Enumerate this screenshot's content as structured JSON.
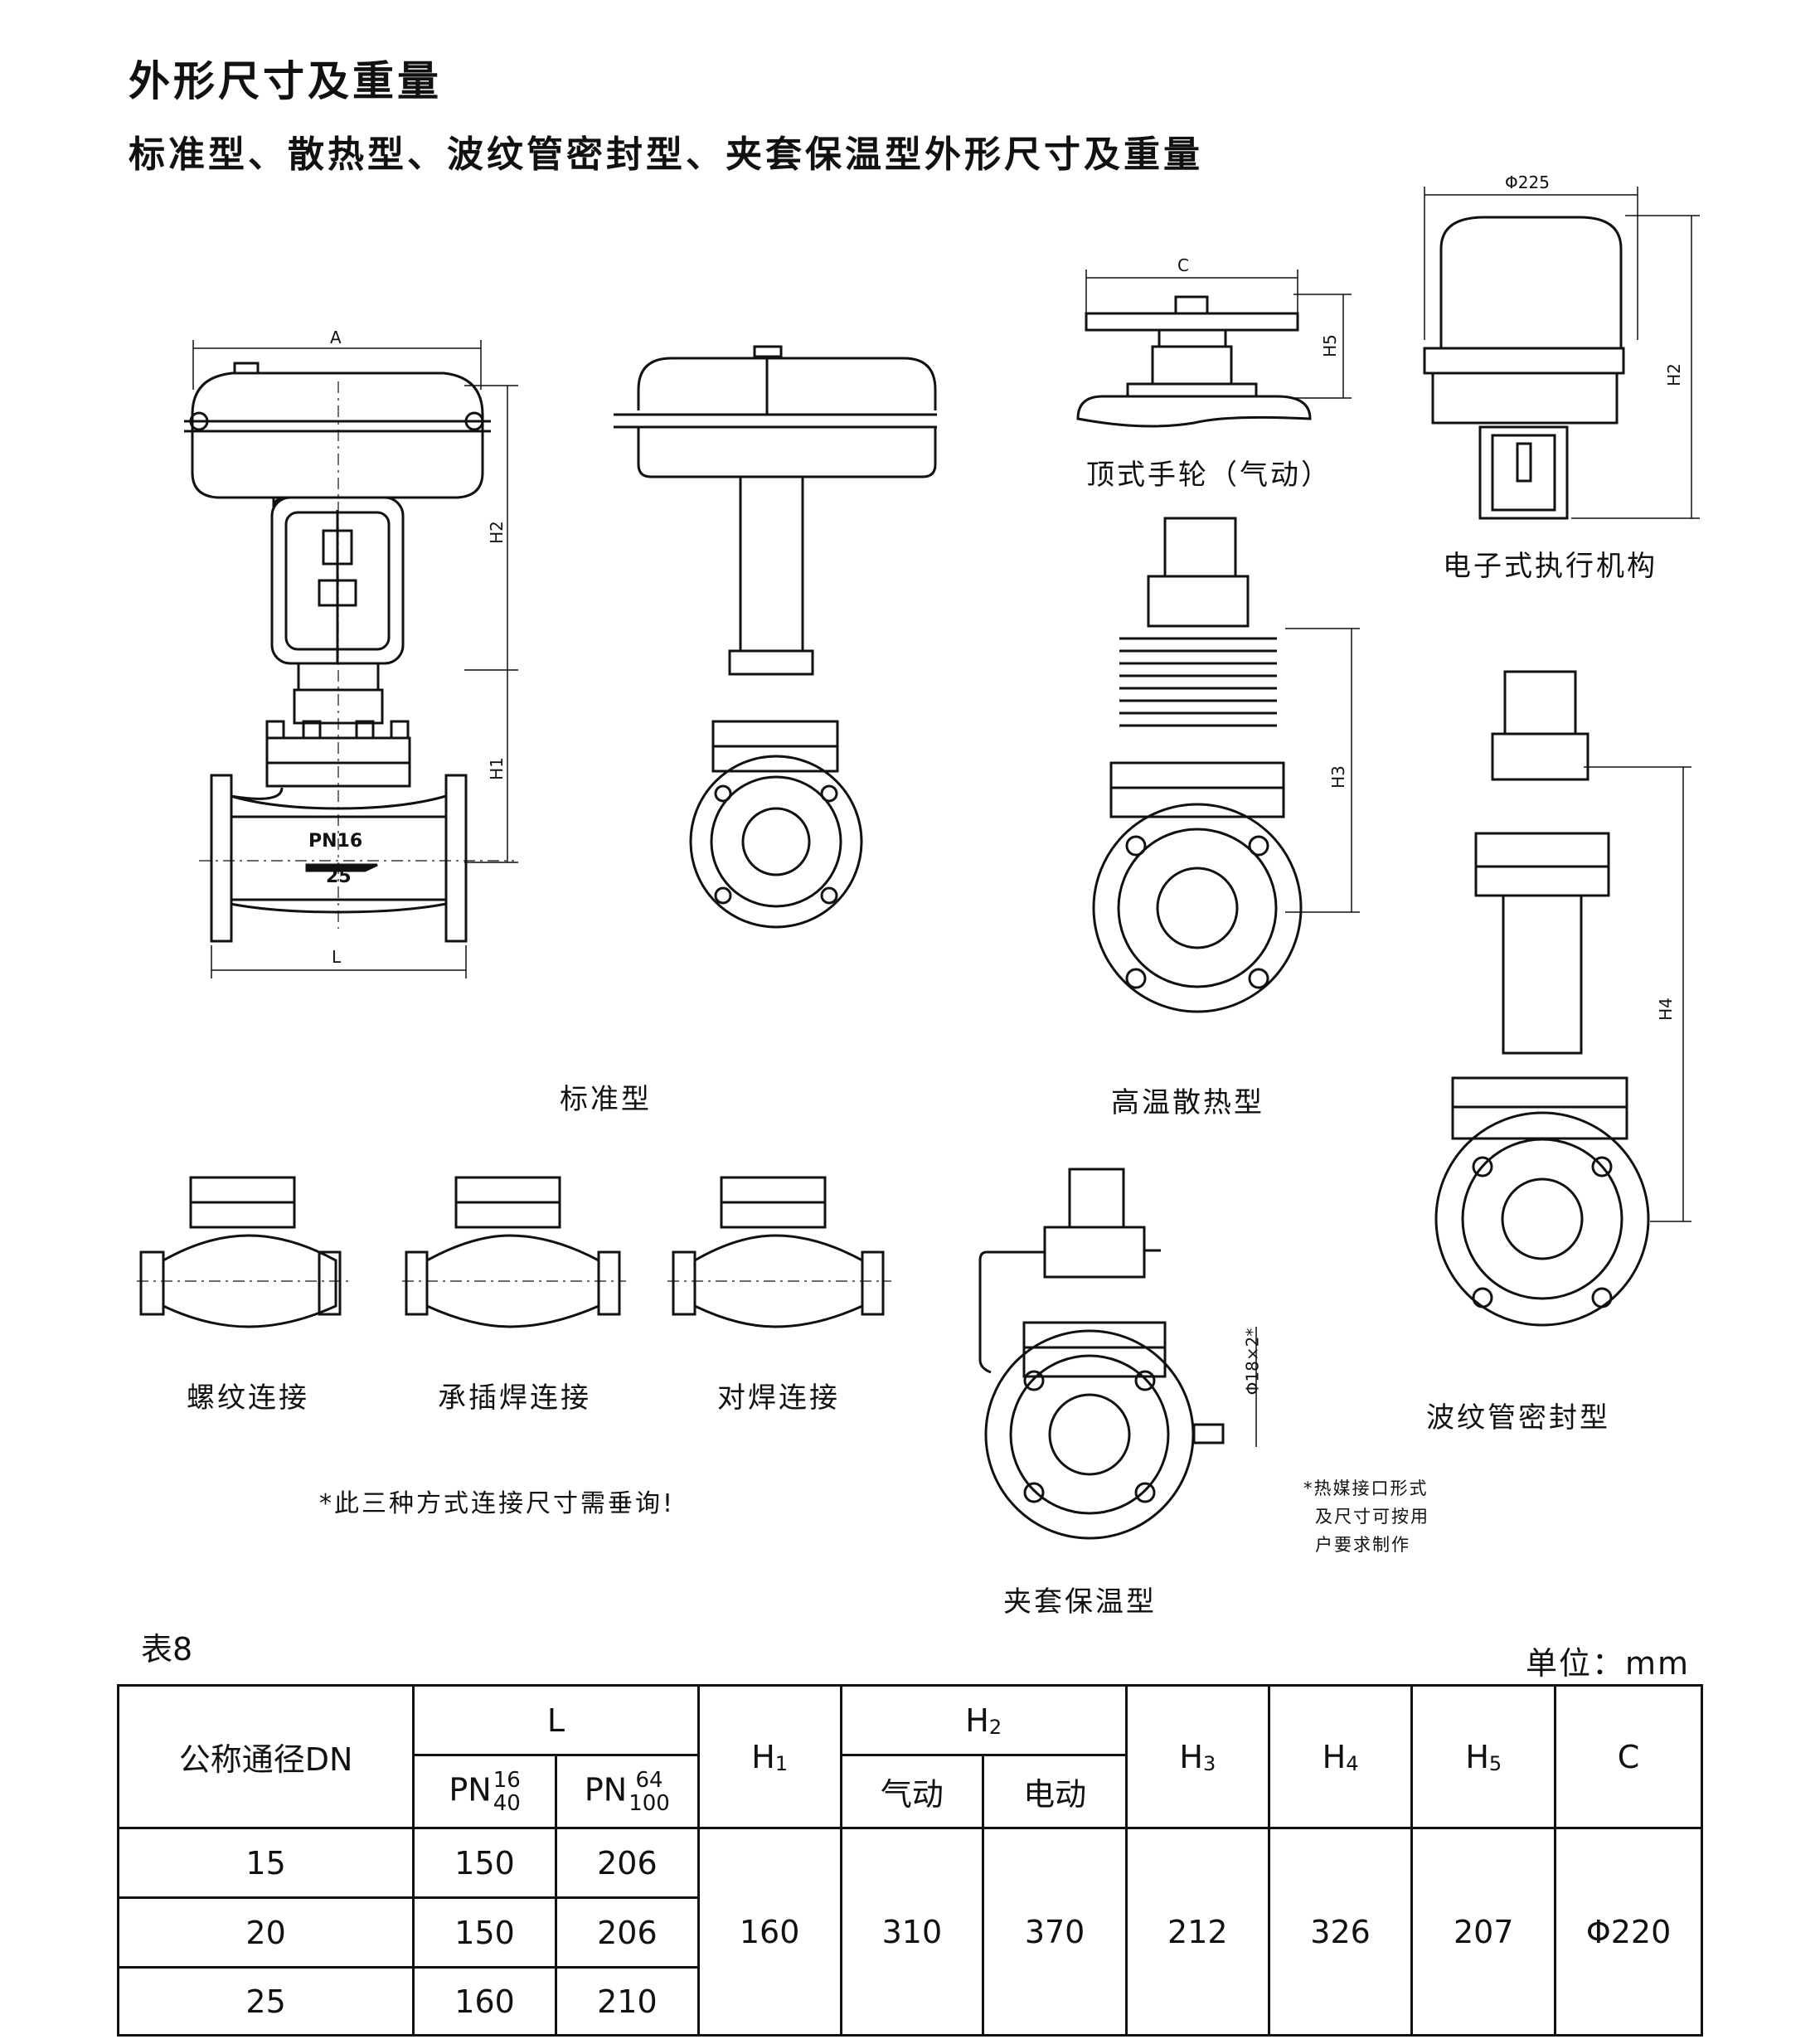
{
  "header": {
    "title": "外形尺寸及重量",
    "subtitle": "标准型、散热型、波纹管密封型、夹套保温型外形尺寸及重量"
  },
  "figures": {
    "standard": "标准型",
    "top_handwheel": "顶式手轮（气动）",
    "electronic_actuator": "电子式执行机构",
    "high_temp": "高温散热型",
    "bellows": "波纹管密封型",
    "jacketed": "夹套保温型",
    "threaded": "螺纹连接",
    "socket_weld": "承插焊连接",
    "butt_weld": "对焊连接"
  },
  "dims": {
    "A": "A",
    "L": "L",
    "C": "C",
    "phi225": "Φ225",
    "H1": "H1",
    "H2a": "H2",
    "H2b": "H2",
    "H3": "H3",
    "H4": "H4",
    "H5": "H5",
    "phi18": "Φ18×2*",
    "pn16": "PN16",
    "pn25": "25"
  },
  "notes": {
    "connection": "*此三种方式连接尺寸需垂询!",
    "heating_1": "*热媒接口形式",
    "heating_2": "及尺寸可按用",
    "heating_3": "户要求制作"
  },
  "table": {
    "caption": "表8",
    "unit": "单位：mm",
    "headers": {
      "dn": "公称通径DN",
      "L": "L",
      "pn_low_prefix": "PN",
      "pn_low_top": "16",
      "pn_low_bottom": "40",
      "pn_high_prefix": "PN",
      "pn_high_top": "64",
      "pn_high_bottom": "100",
      "H1": "H",
      "H1_sub": "1",
      "H2": "H",
      "H2_sub": "2",
      "pneumatic": "气动",
      "electric": "电动",
      "H3": "H",
      "H3_sub": "3",
      "H4": "H",
      "H4_sub": "4",
      "H5": "H",
      "H5_sub": "5",
      "C": "C"
    },
    "rows": [
      {
        "dn": "15",
        "l_low": "150",
        "l_high": "206"
      },
      {
        "dn": "20",
        "l_low": "150",
        "l_high": "206"
      },
      {
        "dn": "25",
        "l_low": "160",
        "l_high": "210"
      }
    ],
    "shared": {
      "h1": "160",
      "h2_pneumatic": "310",
      "h2_electric": "370",
      "h3": "212",
      "h4": "326",
      "h5": "207",
      "c": "Φ220"
    }
  }
}
